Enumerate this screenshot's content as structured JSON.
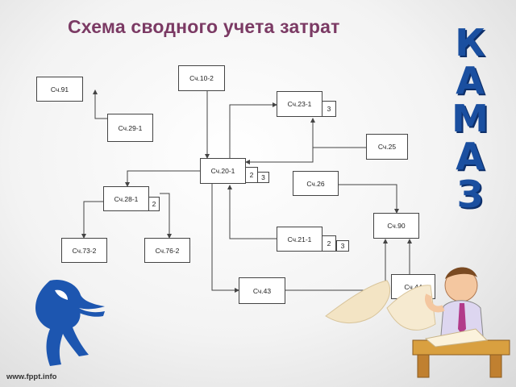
{
  "title": "Схема сводного учета затрат",
  "logo_letters": [
    "К",
    "А",
    "М",
    "А",
    "З"
  ],
  "footer": "www.fppt.info",
  "colors": {
    "title": "#7b3a64",
    "logo": "#1a4fa0",
    "lines": "#444444"
  },
  "nodes": {
    "sch91": "Сч.91",
    "sch10_2": "Сч.10-2",
    "sch23_1": "Сч.23-1",
    "sch29_1": "Сч.29-1",
    "sch25": "Сч.25",
    "sch20_1": "Сч.20-1",
    "sch26": "Сч.26",
    "sch28_1": "Сч.28-1",
    "sch90": "Сч.90",
    "sch73_2": "Сч.73-2",
    "sch76_2": "Сч.76-2",
    "sch21_1": "Сч.21-1",
    "sch43": "Сч.43",
    "sch44": "Сч.44"
  },
  "tags": {
    "t23_3": "3",
    "t20_2": "2",
    "t20_3": "3",
    "t28_2": "2",
    "t21_2": "2",
    "t21_3": "3"
  },
  "icons": [
    "horse-logo-icon",
    "person-at-desk-icon"
  ]
}
